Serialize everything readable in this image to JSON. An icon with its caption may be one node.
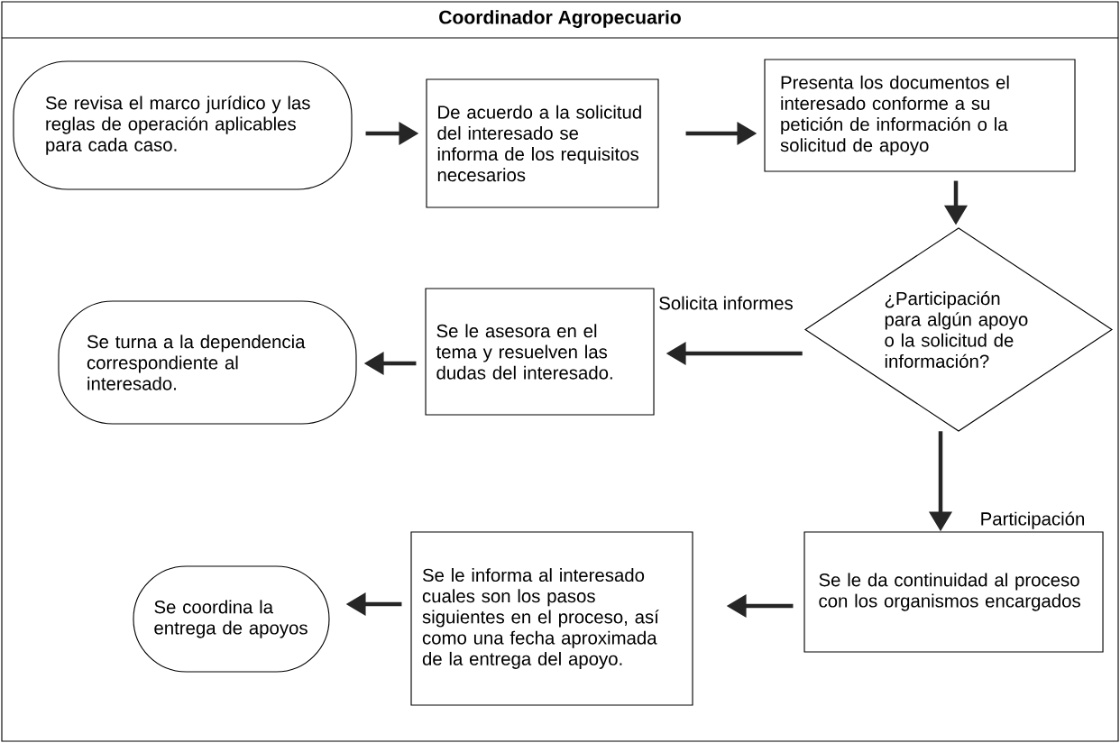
{
  "diagram": {
    "title": "Coordinador Agropecuario",
    "nodes": [
      {
        "text": [
          "Se revisa el marco jurídico y las reglas de operación aplicables para cada caso."
        ]
      },
      {
        "text": [
          "De acuerdo a la solicitud del interesado se informa de los requisitos necesarios"
        ]
      },
      {
        "text": [
          "Presenta los documentos el interesado conforme a su petición de información o la solicitud de apoyo"
        ]
      },
      {
        "text": [
          "¿Participación para algún apoyo o la solicitud de información?"
        ]
      },
      {
        "text": [
          "Se le asesora en el tema y resuelven las dudas del interesado."
        ]
      },
      {
        "text": [
          "Se turna a la dependencia correspondiente al interesado."
        ]
      },
      {
        "text": [
          "Se le da continuidad al proceso con los organismos encargados"
        ]
      },
      {
        "text": [
          "Se le informa al interesado cuales son los pasos siguientes en el proceso, así como una fecha aproximada de la entrega del apoyo."
        ]
      },
      {
        "text": [
          "Se coordina la entrega de apoyos"
        ]
      }
    ],
    "edges": [
      {
        "from": 0,
        "to": 1,
        "arrow": "to"
      },
      {
        "from": 1,
        "to": 2,
        "arrow": "to"
      },
      {
        "from": 2,
        "to": 3,
        "arrow": "to"
      },
      {
        "from": 3,
        "to": 4,
        "arrow": "to",
        "label": "Solicita informes"
      },
      {
        "from": 4,
        "to": 5,
        "arrow": "to"
      },
      {
        "from": 3,
        "to": 6,
        "arrow": "to",
        "label": "Participación"
      },
      {
        "from": 6,
        "to": 7,
        "arrow": "to"
      },
      {
        "from": 7,
        "to": 8,
        "arrow": "to"
      }
    ]
  }
}
